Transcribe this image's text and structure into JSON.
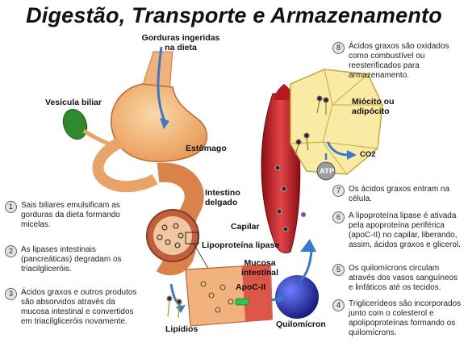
{
  "title": "Digestão, Transporte e Armazenamento",
  "labels": {
    "gorduras": "Gorduras ingeridas na dieta",
    "vesicula": "Vesícula biliar",
    "estomago": "Estômago",
    "intestino": "Intestino delgado",
    "capilar": "Capilar",
    "lipoproteina": "Lipoproteína lipase",
    "mucosa": "Mucosa intestinal",
    "apoc": "ApoC-II",
    "lipidios": "Lipídios",
    "quilomicron": "Quilomícron",
    "miocito": "Miócito ou adipócito",
    "atp": "ATP",
    "co2": "CO2"
  },
  "steps": [
    {
      "n": "1",
      "text": "Sais biliares emulsificam as gorduras da dieta formando micelas."
    },
    {
      "n": "2",
      "text": "As lipases intestinais (pancreáticas) degradam os triacilgliceróis."
    },
    {
      "n": "3",
      "text": "Ácidos graxos e outros produtos são absorvidos através da mucosa intestinal e convertidos em triacilgliceróis novamente."
    },
    {
      "n": "4",
      "text": "Triglicerídeos são incorporados junto com o colesterol e apolipoproteínas formando os quilomícrons."
    },
    {
      "n": "5",
      "text": "Os quilomícrons circulam através dos vasos sanguíneos e linfáticos até os tecidos."
    },
    {
      "n": "6",
      "text": "A lipoproteína lipase é ativada pela apoproteína periférica (apoC-II) no capilar, liberando, assim, ácidos graxos e glicerol."
    },
    {
      "n": "7",
      "text": "Os ácidos graxos entram na célula."
    },
    {
      "n": "8",
      "text": "Ácidos graxos são oxidados como combustível ou reesterificados para armazenamento."
    }
  ]
}
